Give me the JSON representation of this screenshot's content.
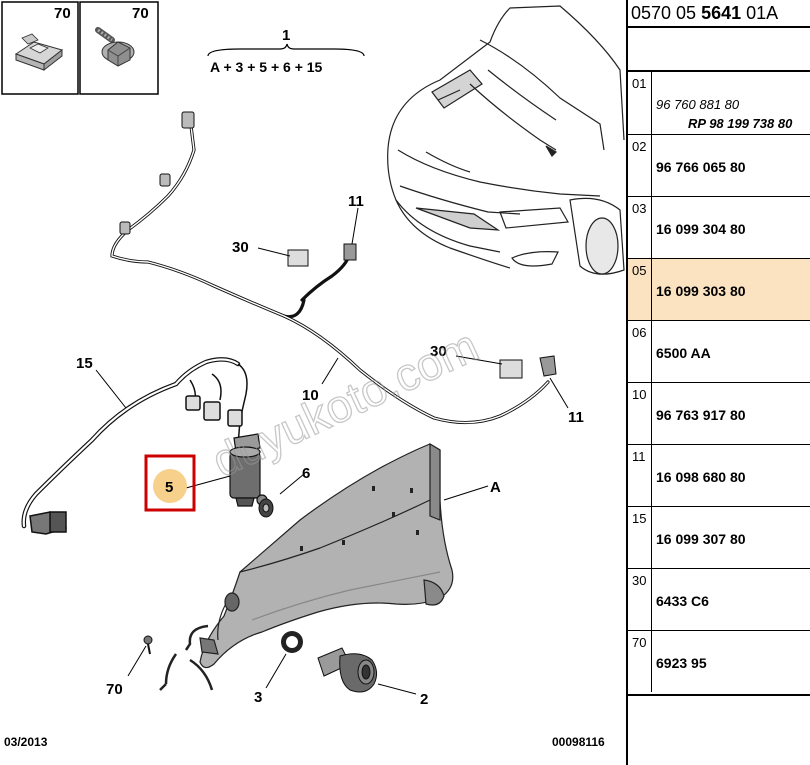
{
  "header": {
    "ref_prefix": "0570 05",
    "ref_bold": "5641",
    "ref_suffix": "01A"
  },
  "assembly": {
    "label": "1",
    "formula": "A + 3 + 5 + 6 + 15"
  },
  "fastener_boxes": [
    {
      "label": "70",
      "icon": "clip-nut-icon"
    },
    {
      "label": "70",
      "icon": "flange-bolt-icon"
    }
  ],
  "callouts": {
    "c30a": "30",
    "c11a": "11",
    "c15": "15",
    "c10": "10",
    "c30b": "30",
    "c11b": "11",
    "c5": "5",
    "c6": "6",
    "cA": "A",
    "c70": "70",
    "c3": "3",
    "c2": "2"
  },
  "highlight_color": "#cc0000",
  "watermark": "duyukoto.com",
  "footer": {
    "date": "03/2013",
    "drawing_no": "00098116"
  },
  "parts": [
    {
      "pos": "01",
      "pn": "96 760 881 80",
      "pn_alt": "RP 98 199 738 80"
    },
    {
      "pos": "02",
      "pn": "96 766 065 80"
    },
    {
      "pos": "03",
      "pn": "16 099 304 80"
    },
    {
      "pos": "05",
      "pn": "16 099 303 80",
      "highlight": true
    },
    {
      "pos": "06",
      "pn": "6500 AA"
    },
    {
      "pos": "10",
      "pn": "96 763 917 80"
    },
    {
      "pos": "11",
      "pn": "16 098 680 80"
    },
    {
      "pos": "15",
      "pn": "16 099 307 80"
    },
    {
      "pos": "30",
      "pn": "6433 C6"
    },
    {
      "pos": "70",
      "pn": "6923 95"
    }
  ]
}
